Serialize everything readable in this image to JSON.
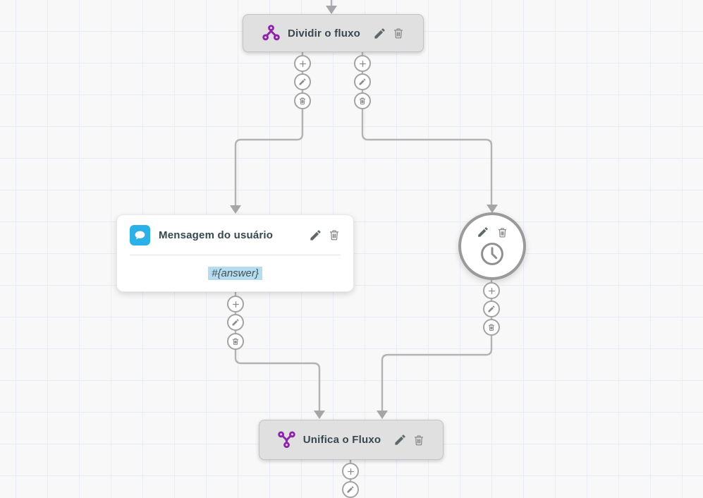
{
  "app": {
    "name": "chatbot-flow-builder-canvas"
  },
  "palette": {
    "canvas_bg": "#f8f8f9",
    "grid_line": "#e9ecf2",
    "connector": "#b3b3b3",
    "arrowhead": "#a6a6a6",
    "node_bar_bg": "#e0e0e0",
    "node_bar_border": "#c3c3c3",
    "title_color": "#37474f",
    "accent_purple": "#8e24aa",
    "accent_cyan": "#2bb1e8",
    "answer_highlight": "#b5ddef",
    "icon_dark": "#5d676c",
    "icon_gray": "#8b8b8b"
  },
  "nodes": [
    {
      "id": "split",
      "title": "Dividir o fluxo",
      "icon": "split-flow-icon"
    },
    {
      "id": "user-message",
      "title": "Mensagem do usuário",
      "icon": "chat-bubble-icon",
      "body": "#{answer}"
    },
    {
      "id": "wait",
      "icon": "clock-icon"
    },
    {
      "id": "merge",
      "title": "Unifica o Fluxo",
      "icon": "merge-flow-icon"
    }
  ],
  "action_icons": {
    "add": "plus-icon",
    "edit": "pencil-icon",
    "delete": "trash-icon"
  }
}
